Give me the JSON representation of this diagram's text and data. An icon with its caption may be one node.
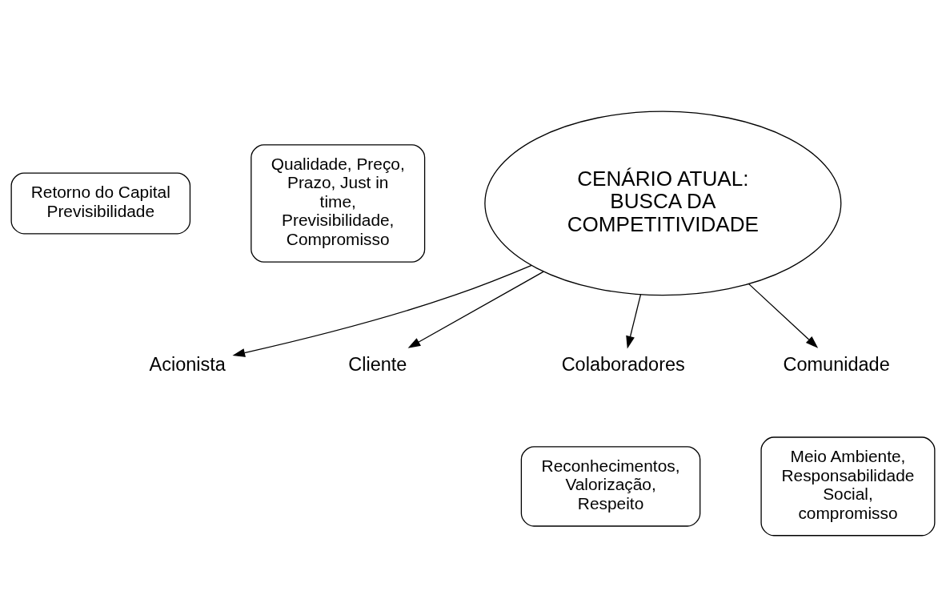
{
  "diagram": {
    "nodes": [
      {
        "text": [
          "CENÁRIO ATUAL: BUSCA DA COMPETITIVIDADE"
        ]
      },
      {
        "text": [
          "Acionista"
        ]
      },
      {
        "text": [
          "Retorno do Capital Previsibilidade"
        ]
      },
      {
        "text": [
          "Cliente"
        ]
      },
      {
        "text": [
          "Qualidade, Preço, Prazo, Just in time, Previsibilidade, Compromisso"
        ]
      },
      {
        "text": [
          "Colaboradores"
        ]
      },
      {
        "text": [
          "Reconhecimentos, Valorização, Respeito"
        ]
      },
      {
        "text": [
          "Comunidade"
        ]
      },
      {
        "text": [
          "Meio Ambiente, Responsabilidade Social, compromisso"
        ]
      }
    ],
    "edges": [
      {
        "from": 0,
        "to": 1,
        "arrow": "to"
      },
      {
        "from": 0,
        "to": 3,
        "arrow": "to"
      },
      {
        "from": 0,
        "to": 5,
        "arrow": "to"
      },
      {
        "from": 0,
        "to": 7,
        "arrow": "to"
      }
    ]
  }
}
